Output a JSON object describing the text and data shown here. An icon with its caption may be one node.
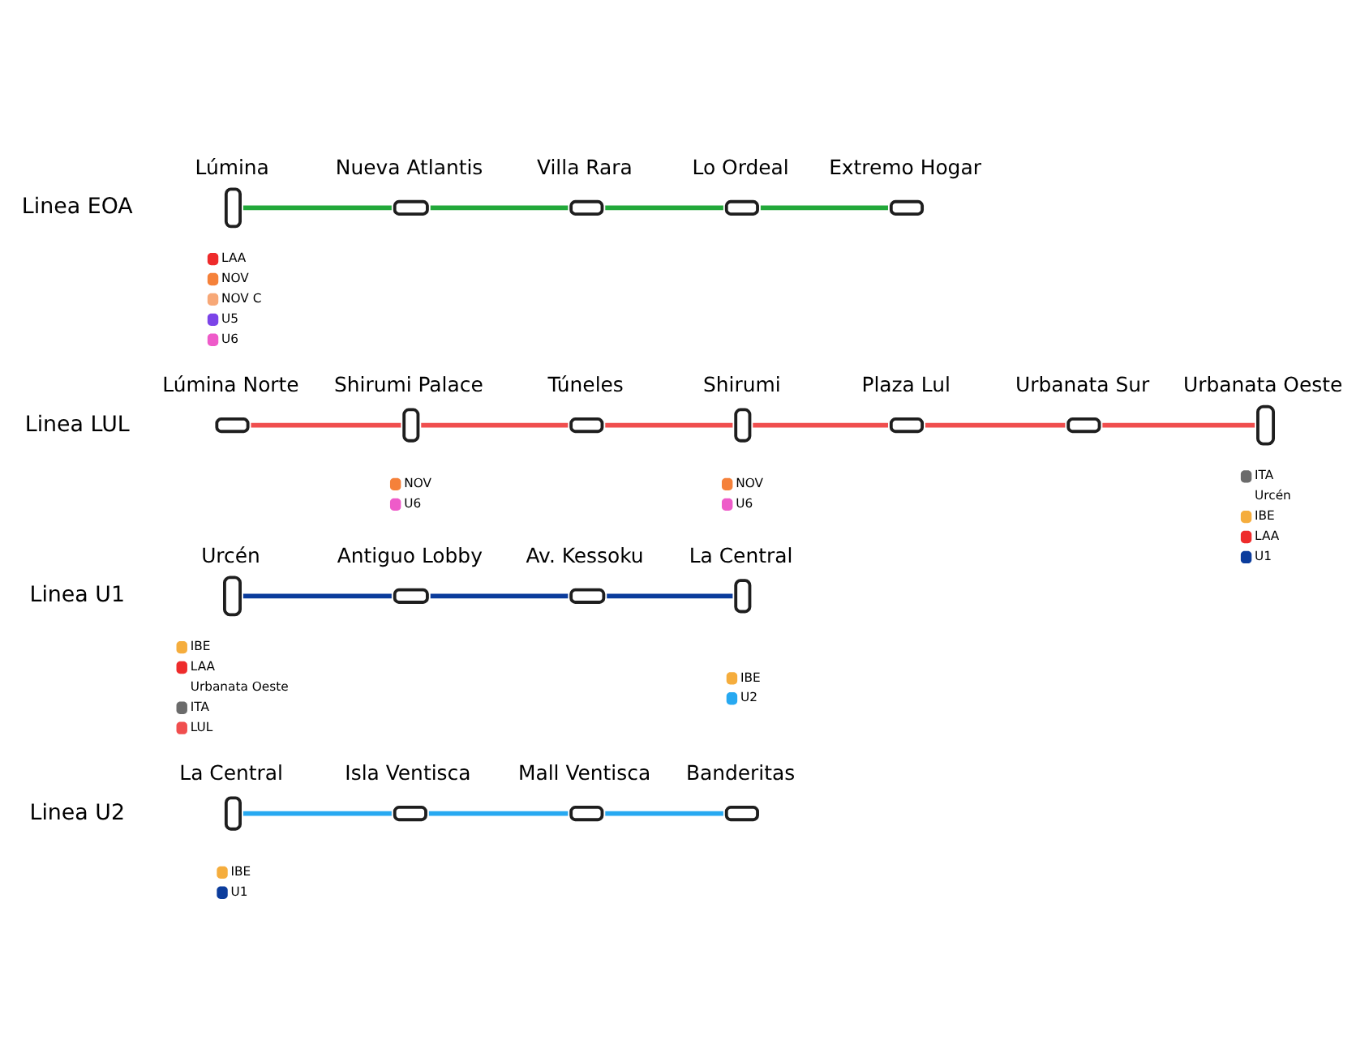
{
  "diagram": {
    "nodes": [
      {
        "text": [
          "Lúmina"
        ],
        "beside": [
          "LAA",
          "NOV",
          "NOV C",
          "U5",
          "U6"
        ]
      },
      {
        "text": [
          "Nueva Atlantis"
        ]
      },
      {
        "text": [
          "Villa Rara"
        ]
      },
      {
        "text": [
          "Lo Ordeal"
        ]
      },
      {
        "text": [
          "Extremo Hogar"
        ]
      },
      {
        "text": [
          "Lúmina Norte"
        ]
      },
      {
        "text": [
          "Shirumi Palace"
        ],
        "beside": [
          "NOV",
          "U6"
        ]
      },
      {
        "text": [
          "Túneles"
        ]
      },
      {
        "text": [
          "Shirumi"
        ],
        "beside": [
          "NOV",
          "U6"
        ]
      },
      {
        "text": [
          "Plaza Lul"
        ]
      },
      {
        "text": [
          "Urbanata Sur"
        ]
      },
      {
        "text": [
          "Urbanata Oeste"
        ],
        "beside": [
          "ITA",
          "Urcén",
          "IBE",
          "LAA",
          "U1"
        ]
      },
      {
        "text": [
          "Urcén"
        ],
        "beside": [
          "IBE",
          "LAA",
          "Urbanata Oeste",
          "ITA",
          "LUL"
        ]
      },
      {
        "text": [
          "Antiguo Lobby"
        ]
      },
      {
        "text": [
          "Av. Kessoku"
        ]
      },
      {
        "text": [
          "La Central"
        ],
        "beside": [
          "IBE",
          "U2"
        ]
      },
      {
        "text": [
          "La Central"
        ],
        "beside": [
          "IBE",
          "U1"
        ]
      },
      {
        "text": [
          "Isla Ventisca"
        ]
      },
      {
        "text": [
          "Mall Ventisca"
        ]
      },
      {
        "text": [
          "Banderitas"
        ]
      }
    ],
    "edges": [
      {
        "from": 0,
        "to": 1,
        "arrow": "none",
        "color": "#22a83a"
      },
      {
        "from": 1,
        "to": 2,
        "arrow": "none",
        "color": "#22a83a"
      },
      {
        "from": 2,
        "to": 3,
        "arrow": "none",
        "color": "#22a83a"
      },
      {
        "from": 3,
        "to": 4,
        "arrow": "none",
        "color": "#22a83a"
      },
      {
        "from": 5,
        "to": 6,
        "arrow": "none",
        "color": "#f04e4e"
      },
      {
        "from": 6,
        "to": 7,
        "arrow": "none",
        "color": "#f04e4e"
      },
      {
        "from": 7,
        "to": 8,
        "arrow": "none",
        "color": "#f04e4e"
      },
      {
        "from": 8,
        "to": 9,
        "arrow": "none",
        "color": "#f04e4e"
      },
      {
        "from": 9,
        "to": 10,
        "arrow": "none",
        "color": "#f04e4e"
      },
      {
        "from": 10,
        "to": 11,
        "arrow": "none",
        "color": "#f04e4e"
      },
      {
        "from": 12,
        "to": 13,
        "arrow": "none",
        "color": "#0b3c9c"
      },
      {
        "from": 13,
        "to": 14,
        "arrow": "none",
        "color": "#0b3c9c"
      },
      {
        "from": 14,
        "to": 15,
        "arrow": "none",
        "color": "#0b3c9c"
      },
      {
        "from": 16,
        "to": 17,
        "arrow": "none",
        "color": "#27a9f1"
      },
      {
        "from": 17,
        "to": 18,
        "arrow": "none",
        "color": "#27a9f1"
      },
      {
        "from": 18,
        "to": 19,
        "arrow": "none",
        "color": "#27a9f1"
      }
    ],
    "labels": [
      "Linea EOA",
      "Linea LUL",
      "Linea U1",
      "Linea U2"
    ]
  }
}
